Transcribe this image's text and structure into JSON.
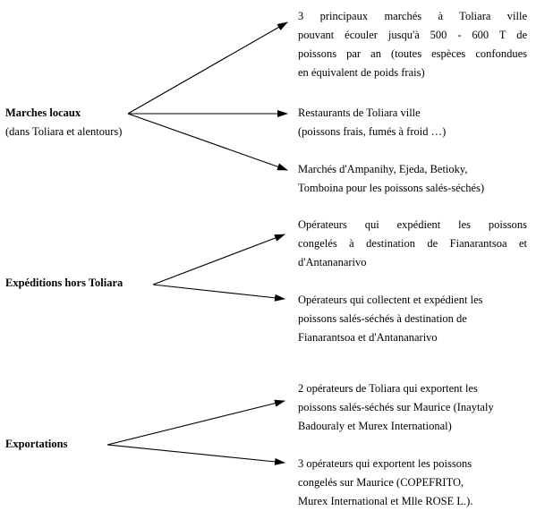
{
  "sources": [
    {
      "label": "Marches locaux",
      "sublabel": "(dans Toliara et alentours)"
    },
    {
      "label": "Expéditions hors Toliara"
    },
    {
      "label": "Exportations"
    }
  ],
  "targets": [
    {
      "lines": [
        "3 principaux marchés à Toliara ville",
        "pouvant écouler jusqu'à 500 - 600 T de",
        "poissons par an (toutes espèces confondues",
        "en équivalent de poids frais)"
      ]
    },
    {
      "lines": [
        "Restaurants de Toliara ville",
        "(poissons frais, fumés à froid …)"
      ]
    },
    {
      "lines": [
        "Marchés d'Ampanihy, Ejeda, Betioky,",
        "Tomboina pour les poissons salés-séchés)"
      ]
    },
    {
      "lines": [
        "Opérateurs qui expédient les poissons",
        "congelés à destination de Fianarantsoa et",
        "d'Antananarivo"
      ]
    },
    {
      "lines": [
        "Opérateurs qui collectent et expédient les",
        "poissons salés-séchés à destination de",
        "Fianarantsoa et d'Antananarivo"
      ]
    },
    {
      "lines": [
        "2 opérateurs de Toliara qui exportent les",
        "poissons salés-séchés sur Maurice (Inaytaly",
        "Badouraly et Murex International)"
      ]
    },
    {
      "lines": [
        "3 opérateurs qui exportent les poissons",
        "congelés sur Maurice (COPEFRITO,",
        "Murex International et Mlle ROSE L.)."
      ]
    }
  ],
  "colors": {
    "ink": "#000000",
    "background": "#ffffff"
  }
}
